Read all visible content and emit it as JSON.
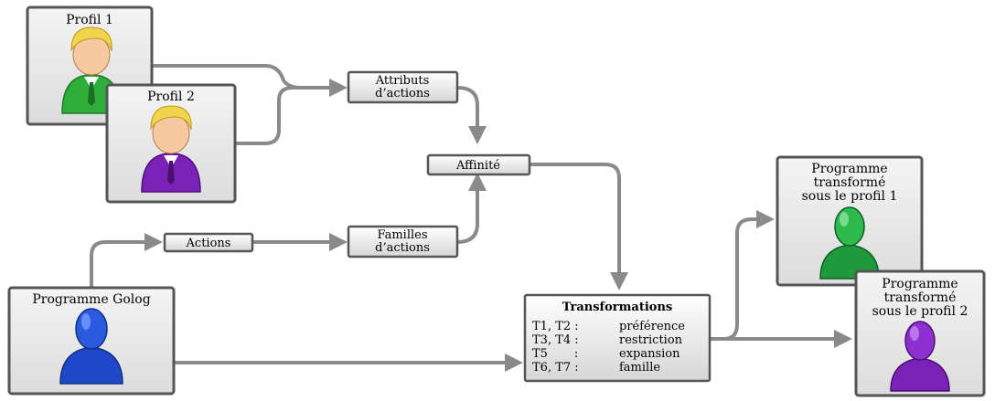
{
  "profiles": [
    {
      "label": "Profil 1",
      "color": "#2fae3a"
    },
    {
      "label": "Profil 2",
      "color": "#7a22b8"
    }
  ],
  "nodes": {
    "attributs": [
      "Attributs",
      "d’actions"
    ],
    "affinite": "Affinité",
    "actions": "Actions",
    "familles": [
      "Familles",
      "d’actions"
    ],
    "golog": "Programme Golog",
    "transformations": {
      "title": "Transformations",
      "rows": [
        {
          "codes": "T1, T2 :",
          "desc": "préférence"
        },
        {
          "codes": "T3, T4 :",
          "desc": "restriction"
        },
        {
          "codes": "T5       :",
          "desc": "expansion"
        },
        {
          "codes": "T6, T7 :",
          "desc": "famille"
        }
      ]
    },
    "out1": [
      "Programme",
      "transformé",
      "sous le profil 1"
    ],
    "out2": [
      "Programme",
      "transformé",
      "sous le profil 2"
    ]
  },
  "colors": {
    "arrow": "#8a8a8a",
    "golog_figure": "#1f47c9",
    "out1_figure": "#1f9a3a",
    "out2_figure": "#7a22b8"
  }
}
